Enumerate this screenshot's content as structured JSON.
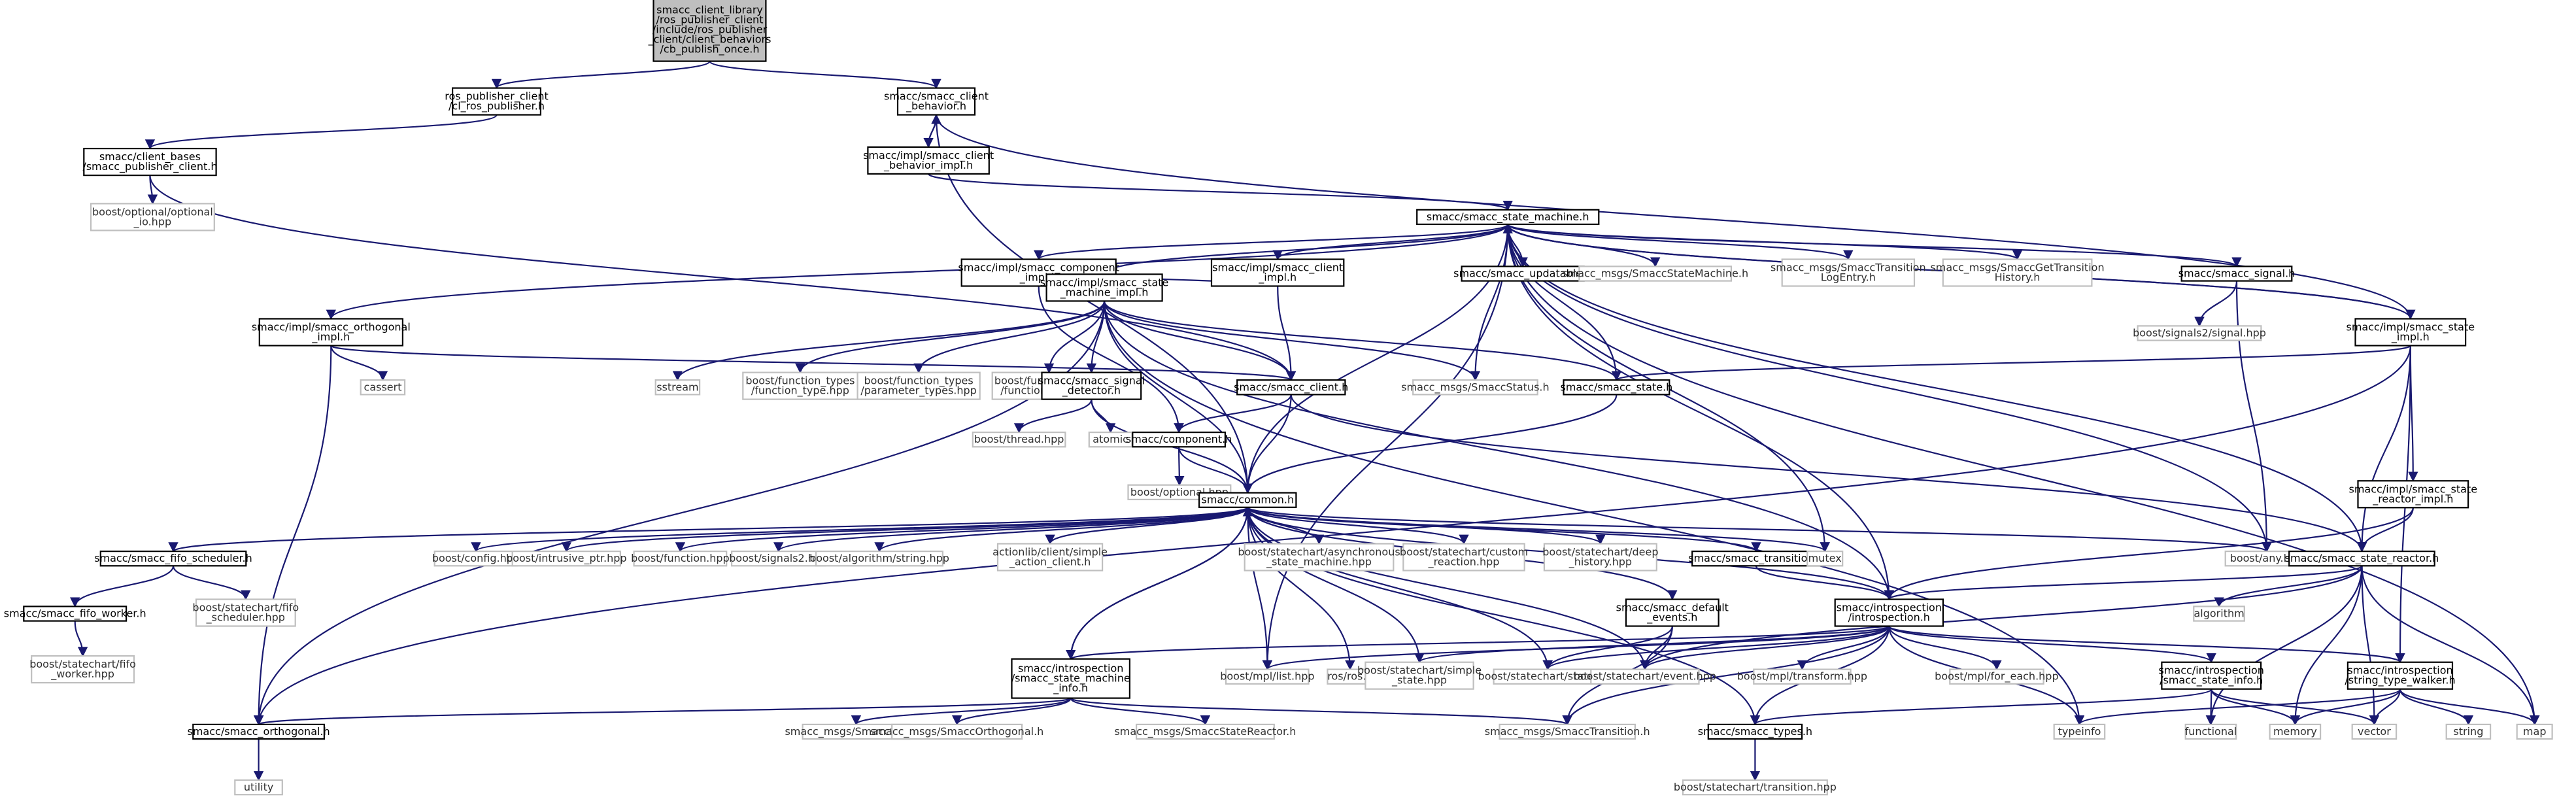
{
  "colors": {
    "edge": "#191970",
    "root_fill": "#bfbfbf",
    "external_border": "#bfbfbf",
    "node_border": "#000000"
  },
  "nodes": {
    "root": {
      "label": [
        "smacc_client_library",
        "/ros_publisher_client",
        "/include/ros_publisher",
        "_client/client_behaviors",
        "/cb_publish_once.h"
      ]
    },
    "ros_publisher": {
      "label": [
        "ros_publisher_client",
        "/cl_ros_publisher.h"
      ]
    },
    "client_behavior": {
      "label": [
        "smacc/smacc_client",
        "_behavior.h"
      ]
    },
    "smacc_publisher_client": {
      "label": [
        "smacc/client_bases",
        "/smacc_publisher_client.h"
      ]
    },
    "client_behavior_impl": {
      "label": [
        "smacc/impl/smacc_client",
        "_behavior_impl.h"
      ]
    },
    "optional_io": {
      "label": [
        "boost/optional/optional",
        "_io.hpp"
      ]
    },
    "state_machine": {
      "label": [
        "smacc/smacc_state_machine.h"
      ]
    },
    "component_impl": {
      "label": [
        "smacc/impl/smacc_component",
        "_impl.h"
      ]
    },
    "client_impl": {
      "label": [
        "smacc/impl/smacc_client",
        "_impl.h"
      ]
    },
    "updatable": {
      "label": [
        "smacc/smacc_updatable.h"
      ]
    },
    "msg_state_machine": {
      "label": [
        "smacc_msgs/SmaccStateMachine.h"
      ]
    },
    "msg_transition_log": {
      "label": [
        "smacc_msgs/SmaccTransition",
        "LogEntry.h"
      ]
    },
    "msg_get_transition": {
      "label": [
        "smacc_msgs/SmaccGetTransition",
        "History.h"
      ]
    },
    "signal": {
      "label": [
        "smacc/smacc_signal.h"
      ]
    },
    "orthogonal_impl": {
      "label": [
        "smacc/impl/smacc_orthogonal",
        "_impl.h"
      ]
    },
    "state_machine_impl": {
      "label": [
        "smacc/impl/smacc_state",
        "_machine_impl.h"
      ]
    },
    "signals2_signal": {
      "label": [
        "boost/signals2/signal.hpp"
      ]
    },
    "state_impl": {
      "label": [
        "smacc/impl/smacc_state",
        "_impl.h"
      ]
    },
    "cassert": {
      "label": [
        "cassert"
      ]
    },
    "sstream": {
      "label": [
        "sstream"
      ]
    },
    "function_type": {
      "label": [
        "boost/function_types",
        "/function_type.hpp"
      ]
    },
    "parameter_types": {
      "label": [
        "boost/function_types",
        "/parameter_types.hpp"
      ]
    },
    "function_arity": {
      "label": [
        "boost/function_types",
        "/function_arity.hpp"
      ]
    },
    "signal_detector": {
      "label": [
        "smacc/smacc_signal",
        "_detector.h"
      ]
    },
    "client": {
      "label": [
        "smacc/smacc_client.h"
      ]
    },
    "msg_status": {
      "label": [
        "smacc_msgs/SmaccStatus.h"
      ]
    },
    "state": {
      "label": [
        "smacc/smacc_state.h"
      ]
    },
    "thread": {
      "label": [
        "boost/thread.hpp"
      ]
    },
    "atomic": {
      "label": [
        "atomic"
      ]
    },
    "component": {
      "label": [
        "smacc/component.h"
      ]
    },
    "boost_optional": {
      "label": [
        "boost/optional.hpp"
      ]
    },
    "state_reactor_impl": {
      "label": [
        "smacc/impl/smacc_state",
        "_reactor_impl.h"
      ]
    },
    "common": {
      "label": [
        "smacc/common.h"
      ]
    },
    "fifo_scheduler": {
      "label": [
        "smacc/smacc_fifo_scheduler.h"
      ]
    },
    "config": {
      "label": [
        "boost/config.hpp"
      ]
    },
    "intrusive_ptr": {
      "label": [
        "boost/intrusive_ptr.hpp"
      ]
    },
    "boost_function": {
      "label": [
        "boost/function.hpp"
      ]
    },
    "signals2": {
      "label": [
        "boost/signals2.hpp"
      ]
    },
    "algorithm_string": {
      "label": [
        "boost/algorithm/string.hpp"
      ]
    },
    "simple_action_client": {
      "label": [
        "actionlib/client/simple",
        "_action_client.h"
      ]
    },
    "async_state_machine": {
      "label": [
        "boost/statechart/asynchronous",
        "_state_machine.hpp"
      ]
    },
    "custom_reaction": {
      "label": [
        "boost/statechart/custom",
        "_reaction.hpp"
      ]
    },
    "deep_history": {
      "label": [
        "boost/statechart/deep",
        "_history.hpp"
      ]
    },
    "transition": {
      "label": [
        "smacc/smacc_transition.h"
      ]
    },
    "mutex": {
      "label": [
        "mutex"
      ]
    },
    "boost_any": {
      "label": [
        "boost/any.hpp"
      ]
    },
    "state_reactor": {
      "label": [
        "smacc/smacc_state_reactor.h"
      ]
    },
    "fifo_worker": {
      "label": [
        "smacc/smacc_fifo_worker.h"
      ]
    },
    "fifo_scheduler_hpp": {
      "label": [
        "boost/statechart/fifo",
        "_scheduler.hpp"
      ]
    },
    "default_events": {
      "label": [
        "smacc/smacc_default",
        "_events.h"
      ]
    },
    "introspection": {
      "label": [
        "smacc/introspection",
        "/introspection.h"
      ]
    },
    "algorithm": {
      "label": [
        "algorithm"
      ]
    },
    "fifo_worker_hpp": {
      "label": [
        "boost/statechart/fifo",
        "_worker.hpp"
      ]
    },
    "sm_info": {
      "label": [
        "smacc/introspection",
        "/smacc_state_machine",
        "_info.h"
      ]
    },
    "mpl_list": {
      "label": [
        "boost/mpl/list.hpp"
      ]
    },
    "ros_h": {
      "label": [
        "ros/ros.h"
      ]
    },
    "simple_state": {
      "label": [
        "boost/statechart/simple",
        "_state.hpp"
      ]
    },
    "statechart_state": {
      "label": [
        "boost/statechart/state.hpp"
      ]
    },
    "statechart_event": {
      "label": [
        "boost/statechart/event.hpp"
      ]
    },
    "mpl_transform": {
      "label": [
        "boost/mpl/transform.hpp"
      ]
    },
    "mpl_for_each": {
      "label": [
        "boost/mpl/for_each.hpp"
      ]
    },
    "state_info": {
      "label": [
        "smacc/introspection",
        "/smacc_state_info.h"
      ]
    },
    "string_type_walker": {
      "label": [
        "smacc/introspection",
        "/string_type_walker.h"
      ]
    },
    "orthogonal": {
      "label": [
        "smacc/smacc_orthogonal.h"
      ]
    },
    "msg_state": {
      "label": [
        "smacc_msgs/SmaccState.h"
      ]
    },
    "msg_orthogonal": {
      "label": [
        "smacc_msgs/SmaccOrthogonal.h"
      ]
    },
    "msg_state_reactor": {
      "label": [
        "smacc_msgs/SmaccStateReactor.h"
      ]
    },
    "msg_transition": {
      "label": [
        "smacc_msgs/SmaccTransition.h"
      ]
    },
    "types": {
      "label": [
        "smacc/smacc_types.h"
      ]
    },
    "typeinfo": {
      "label": [
        "typeinfo"
      ]
    },
    "functional": {
      "label": [
        "functional"
      ]
    },
    "memory": {
      "label": [
        "memory"
      ]
    },
    "vector": {
      "label": [
        "vector"
      ]
    },
    "string": {
      "label": [
        "string"
      ]
    },
    "map": {
      "label": [
        "map"
      ]
    },
    "utility": {
      "label": [
        "utility"
      ]
    },
    "transition_hpp": {
      "label": [
        "boost/statechart/transition.hpp"
      ]
    }
  }
}
